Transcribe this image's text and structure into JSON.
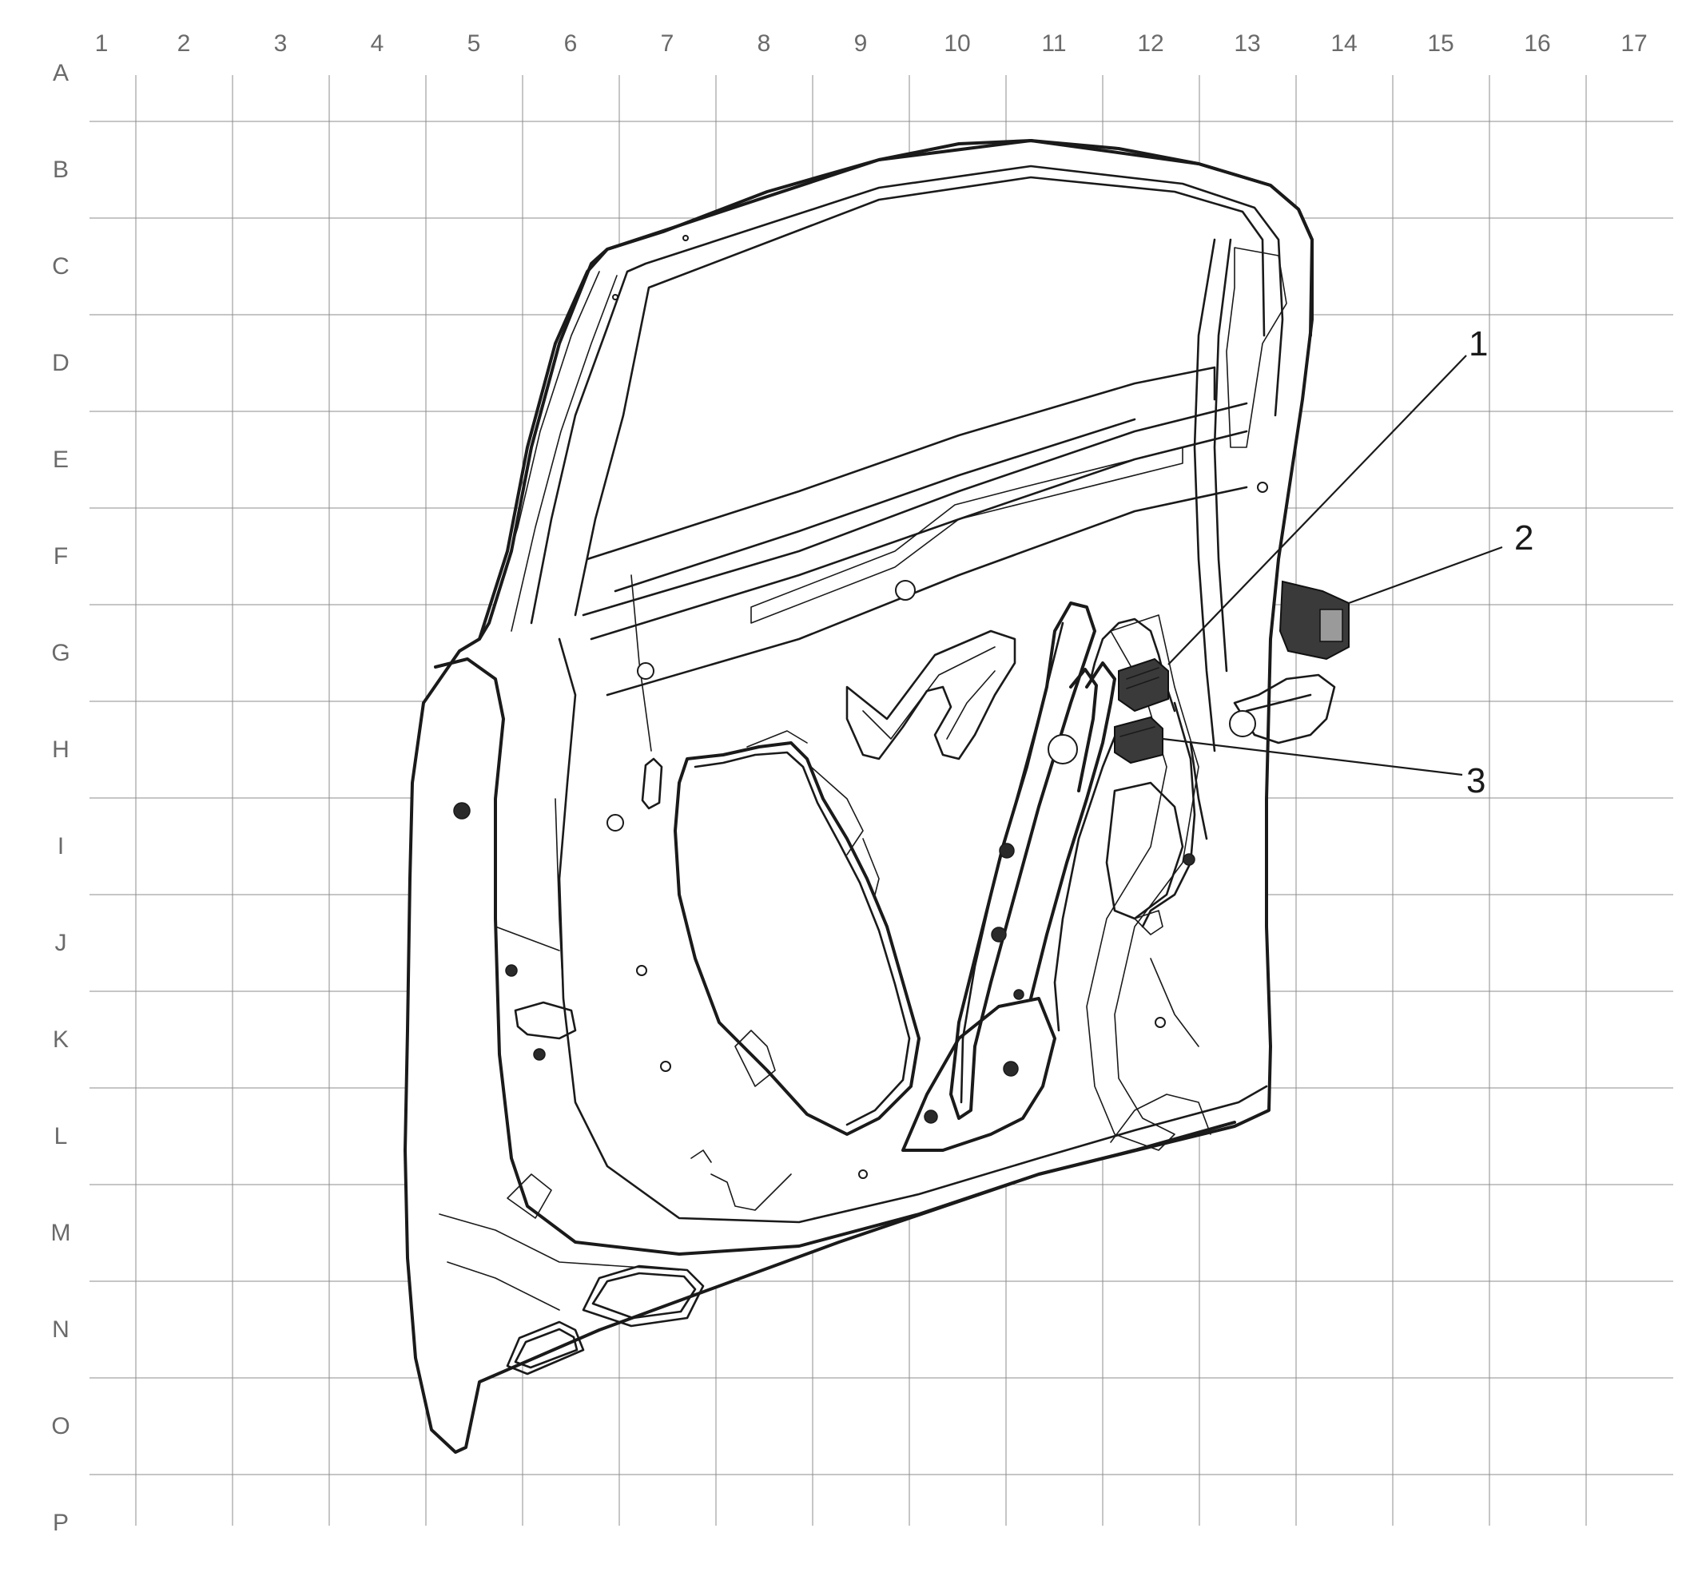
{
  "grid": {
    "columns": [
      "1",
      "2",
      "3",
      "4",
      "5",
      "6",
      "7",
      "8",
      "9",
      "10",
      "11",
      "12",
      "13",
      "14",
      "15",
      "16",
      "17"
    ],
    "rows": [
      "A",
      "B",
      "C",
      "D",
      "E",
      "F",
      "G",
      "H",
      "I",
      "J",
      "K",
      "L",
      "M",
      "N",
      "O",
      "P"
    ]
  },
  "callouts": [
    {
      "id": "1",
      "label": "1"
    },
    {
      "id": "2",
      "label": "2"
    },
    {
      "id": "3",
      "label": "3"
    }
  ],
  "icons": {
    "door": "front-door-inner-panel-drawing",
    "connector_1": "connector-icon",
    "connector_2": "connector-icon",
    "connector_3": "connector-icon"
  }
}
